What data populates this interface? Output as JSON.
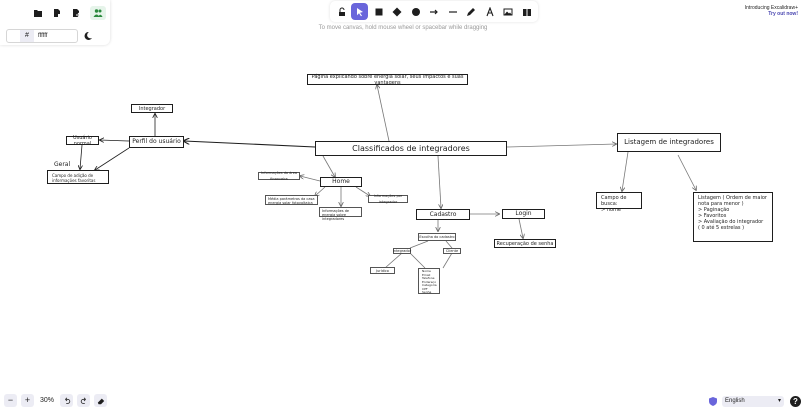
{
  "top_panel": {
    "color_hash": "#",
    "color_value": "ffffff",
    "accent": "#6965db"
  },
  "canvas_hint": "To move canvas, hold mouse wheel or spacebar while dragging",
  "promo": {
    "title": "Introducing Excalidraw+",
    "link": "Try out now!"
  },
  "toolbar": {
    "tools": [
      "lock-icon",
      "selection-icon",
      "rectangle-icon",
      "diamond-icon",
      "ellipse-icon",
      "arrow-icon",
      "line-icon",
      "pencil-icon",
      "text-icon",
      "image-icon",
      "library-icon"
    ],
    "active_tool": "selection"
  },
  "diagram": {
    "main": "Classificados de integradores",
    "page_note": "Página explicando sobre energia solar, seus impactos e suas vantagens",
    "integrador": "Integrador",
    "perfil": "Perfil do usuário",
    "usuario_normal": "Usuário normal",
    "geral": "Geral",
    "campo_geral": "Campo de adição de informações favoritas",
    "home": "Home",
    "home_note_1": "Informações da área financeira",
    "home_note_2": "Média parâmetros da casa energia solar fotovoltaica",
    "home_note_3": "Informações de energia sobre integradores",
    "home_note_4": "Informações por integrador",
    "cadastro": "Cadastro",
    "login": "Login",
    "recuperacao": "Recuperação de senha",
    "escolha": "Escolha do cadastro",
    "integrador_small": "Integrador",
    "cliente": "Cliente",
    "juridico": "Jurídico",
    "form_fields": [
      "Nome",
      "Email",
      "Telefone",
      "Endereço",
      "Categoria",
      "CPF",
      "Senha"
    ],
    "listagem": "Listagem de integradores",
    "campo_busca": "Campo de busca:\n> nome",
    "listagem_detail": "Listagem ( Ordem de maior nota para menor )\n> Paginação\n> Favoritos\n> Avaliação do integrador\n( 0 até 5 estrelas )"
  },
  "bottom": {
    "zoom": "30%",
    "language": "English",
    "help": "?"
  }
}
